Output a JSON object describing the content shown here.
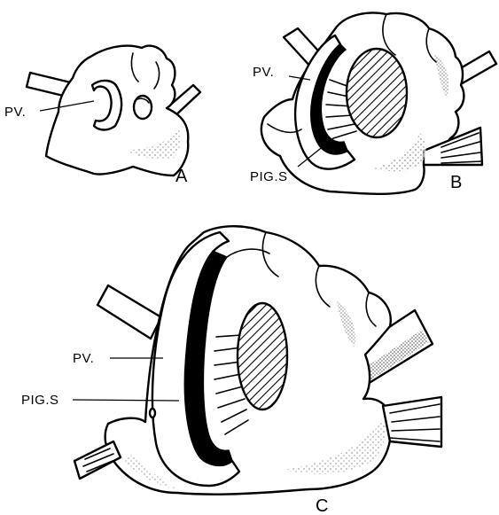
{
  "panels": {
    "a": {
      "letter": "A",
      "labels": {
        "pv": "PV."
      }
    },
    "b": {
      "letter": "B",
      "labels": {
        "pv": "PV.",
        "pig_s": "PIG.S"
      }
    },
    "c": {
      "letter": "C",
      "labels": {
        "pv": "PV.",
        "pig_s": "PIG.S"
      }
    }
  },
  "colors": {
    "ink": "#000000",
    "paper": "#ffffff"
  }
}
